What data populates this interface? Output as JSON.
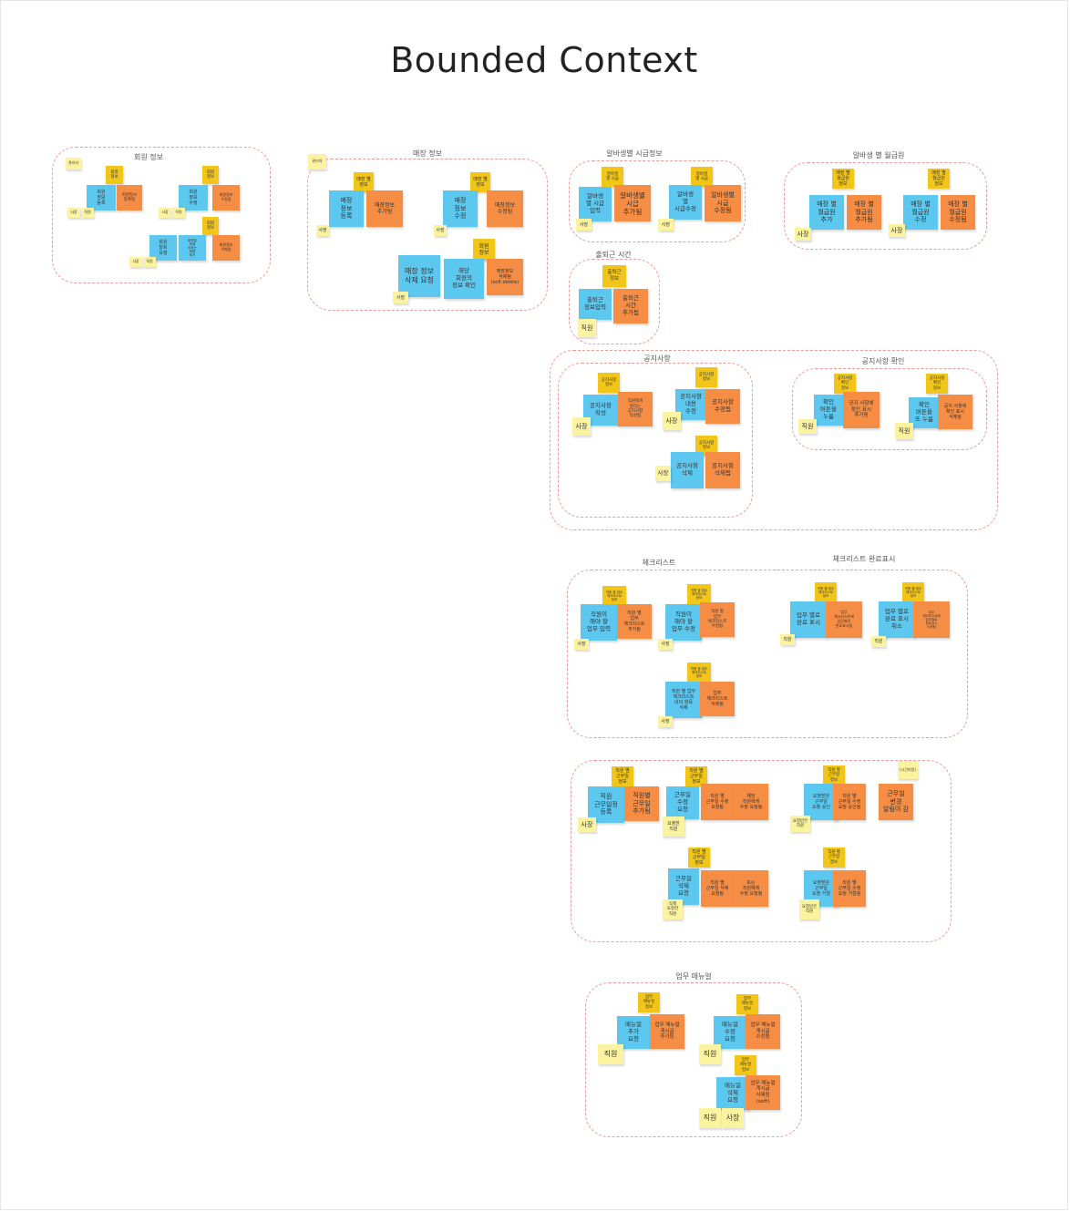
{
  "title": "Bounded Context",
  "colors": {
    "command": "#5cc8ef",
    "event": "#f68d45",
    "aggregate": "#f2c519",
    "actor": "#fbf3a0",
    "boundary": "#ee9a9a"
  },
  "groups": [
    {
      "id": "member-info",
      "label": "회원 정보"
    },
    {
      "id": "store-info",
      "label": "매장 정보"
    },
    {
      "id": "wage",
      "label": "알바생별 시급정보"
    },
    {
      "id": "salary",
      "label": "알바생 별 월급원"
    },
    {
      "id": "attendance",
      "label": "출퇴근 시간"
    },
    {
      "id": "notice",
      "label": "공지사항"
    },
    {
      "id": "notice-check",
      "label": "공지사항 확인"
    },
    {
      "id": "checklist",
      "label": "체크리스트"
    },
    {
      "id": "checklist-done",
      "label": "체크리스트 완료표시"
    },
    {
      "id": "schedule",
      "label": ""
    },
    {
      "id": "manual",
      "label": "업무 매뉴얼"
    }
  ],
  "notes": [
    {
      "g": "member-info",
      "c": "pale",
      "t": "관리자"
    },
    {
      "g": "member-info",
      "c": "yellow",
      "t": "회원\n정보"
    },
    {
      "g": "member-info",
      "c": "blue",
      "t": "회원\n정보\n등록"
    },
    {
      "g": "member-info",
      "c": "orange",
      "t": "회원정보\n등록됨"
    },
    {
      "g": "member-info",
      "c": "pale",
      "t": "사장"
    },
    {
      "g": "member-info",
      "c": "pale",
      "t": "직원"
    },
    {
      "g": "member-info",
      "c": "yellow",
      "t": "회원\n정보"
    },
    {
      "g": "member-info",
      "c": "blue",
      "t": "회원\n정보\n수정"
    },
    {
      "g": "member-info",
      "c": "orange",
      "t": "회원정보\n수정됨"
    },
    {
      "g": "member-info",
      "c": "pale",
      "t": "사장"
    },
    {
      "g": "member-info",
      "c": "pale",
      "t": "직원"
    },
    {
      "g": "member-info",
      "c": "yellow",
      "t": "회원\n정보"
    },
    {
      "g": "member-info",
      "c": "blue",
      "t": "회원\n탈퇴\n요청"
    },
    {
      "g": "member-info",
      "c": "blue",
      "t": "회원탈\n퇴해\n야하는\n회원\n제거"
    },
    {
      "g": "member-info",
      "c": "orange",
      "t": "회원정보\n삭제됨"
    },
    {
      "g": "member-info",
      "c": "pale",
      "t": "사장"
    },
    {
      "g": "member-info",
      "c": "pale",
      "t": "직원"
    },
    {
      "g": "store-info",
      "c": "pale",
      "t": "관리자"
    },
    {
      "g": "store-info",
      "c": "yellow",
      "t": "매장 별\n정보"
    },
    {
      "g": "store-info",
      "c": "blue",
      "t": "매장\n정보\n등록"
    },
    {
      "g": "store-info",
      "c": "orange",
      "t": "매장정보\n추가됨"
    },
    {
      "g": "store-info",
      "c": "pale",
      "t": "사장"
    },
    {
      "g": "store-info",
      "c": "yellow",
      "t": "매장 별\n정보"
    },
    {
      "g": "store-info",
      "c": "blue",
      "t": "매장\n정보\n수정"
    },
    {
      "g": "store-info",
      "c": "orange",
      "t": "매장정보\n수정됨"
    },
    {
      "g": "store-info",
      "c": "pale",
      "t": "사장"
    },
    {
      "g": "store-info",
      "c": "yellow",
      "t": "회원\n정보"
    },
    {
      "g": "store-info",
      "c": "blue",
      "t": "매장 정보\n삭제 요청"
    },
    {
      "g": "store-info",
      "c": "blue",
      "t": "해당\n회원의\n정보 확인"
    },
    {
      "g": "store-info",
      "c": "orange",
      "t": "매장정보\n삭제됨\n(soft delete)"
    },
    {
      "g": "store-info",
      "c": "pale",
      "t": "사장"
    },
    {
      "g": "wage",
      "c": "yellow",
      "t": "알바생\n별 시급"
    },
    {
      "g": "wage",
      "c": "blue",
      "t": "알바생\n별 시급\n입력"
    },
    {
      "g": "wage",
      "c": "orange",
      "t": "알바생별\n시급\n추가됨"
    },
    {
      "g": "wage",
      "c": "pale",
      "t": "사장"
    },
    {
      "g": "wage",
      "c": "yellow",
      "t": "알바생\n별 시급"
    },
    {
      "g": "wage",
      "c": "blue",
      "t": "알바생\n별\n시급수정"
    },
    {
      "g": "wage",
      "c": "orange",
      "t": "알바생별\n시급\n수정됨"
    },
    {
      "g": "wage",
      "c": "pale",
      "t": "사장"
    },
    {
      "g": "salary",
      "c": "yellow",
      "t": "매장 별\n월급원\n정보"
    },
    {
      "g": "salary",
      "c": "blue",
      "t": "매장 별\n월급원\n추가"
    },
    {
      "g": "salary",
      "c": "orange",
      "t": "매장 별\n월급원\n추가됨"
    },
    {
      "g": "salary",
      "c": "pale",
      "t": "사장"
    },
    {
      "g": "salary",
      "c": "yellow",
      "t": "매장 별\n월급원\n정보"
    },
    {
      "g": "salary",
      "c": "blue",
      "t": "매장 별\n월급원\n수정"
    },
    {
      "g": "salary",
      "c": "orange",
      "t": "매장 별\n월급원\n수정됨"
    },
    {
      "g": "salary",
      "c": "pale",
      "t": "사장"
    },
    {
      "g": "attendance",
      "c": "yellow",
      "t": "출퇴근\n정보"
    },
    {
      "g": "attendance",
      "c": "blue",
      "t": "출퇴근\n정보입력"
    },
    {
      "g": "attendance",
      "c": "orange",
      "t": "출퇴근\n시간\n추가됨"
    },
    {
      "g": "attendance",
      "c": "pale",
      "t": "직원"
    },
    {
      "g": "notice",
      "c": "yellow",
      "t": "공지사항\n정보"
    },
    {
      "g": "notice",
      "c": "blue",
      "t": "공지사항\n작성"
    },
    {
      "g": "notice",
      "c": "orange",
      "t": "직원에게\n알리는\n공지사항\n작성됨"
    },
    {
      "g": "notice",
      "c": "pale",
      "t": "사장"
    },
    {
      "g": "notice",
      "c": "yellow",
      "t": "공지사항\n정보"
    },
    {
      "g": "notice",
      "c": "blue",
      "t": "공지사항\n내용\n수정"
    },
    {
      "g": "notice",
      "c": "orange",
      "t": "공지사항\n수정됨"
    },
    {
      "g": "notice",
      "c": "pale",
      "t": "사장"
    },
    {
      "g": "notice",
      "c": "yellow",
      "t": "공지사항\n정보"
    },
    {
      "g": "notice",
      "c": "blue",
      "t": "공지사항\n삭제"
    },
    {
      "g": "notice",
      "c": "orange",
      "t": "공지사항\n삭제됨"
    },
    {
      "g": "notice",
      "c": "pale",
      "t": "사장"
    },
    {
      "g": "notice-check",
      "c": "yellow",
      "t": "공지사항\n확인\n정보"
    },
    {
      "g": "notice-check",
      "c": "blue",
      "t": "확인\n버튼을\n누름"
    },
    {
      "g": "notice-check",
      "c": "orange",
      "t": "공지 사항에\n확인 표시\n추가됨"
    },
    {
      "g": "notice-check",
      "c": "pale",
      "t": "직원"
    },
    {
      "g": "notice-check",
      "c": "yellow",
      "t": "공지사항\n확인\n정보"
    },
    {
      "g": "notice-check",
      "c": "blue",
      "t": "확인\n버튼을\n또 누름"
    },
    {
      "g": "notice-check",
      "c": "orange",
      "t": "공지 사항에\n확인 표시\n삭제됨"
    },
    {
      "g": "notice-check",
      "c": "pale",
      "t": "직원"
    },
    {
      "g": "checklist",
      "c": "yellow",
      "t": "직원 별 업무\n체크리스트\n정보"
    },
    {
      "g": "checklist",
      "c": "blue",
      "t": "직원이\n해야 할\n업무 입력"
    },
    {
      "g": "checklist",
      "c": "orange",
      "t": "직원 별\n업무\n체크리스트\n추가됨"
    },
    {
      "g": "checklist",
      "c": "pale",
      "t": "사장"
    },
    {
      "g": "checklist",
      "c": "yellow",
      "t": "직원 별 업무\n체크리스트\n정보"
    },
    {
      "g": "checklist",
      "c": "blue",
      "t": "직원이\n해야 할\n업무 수정"
    },
    {
      "g": "checklist",
      "c": "orange",
      "t": "직원 별\n업무\n체크리스트\n수정됨"
    },
    {
      "g": "checklist",
      "c": "pale",
      "t": "사장"
    },
    {
      "g": "checklist",
      "c": "yellow",
      "t": "직원 별 업무\n체크리스트\n정보"
    },
    {
      "g": "checklist",
      "c": "blue",
      "t": "직원 별 업무\n체크리스트\n내의 항목\n삭제"
    },
    {
      "g": "checklist",
      "c": "orange",
      "t": "업무\n체크리스트\n삭제됨"
    },
    {
      "g": "checklist",
      "c": "pale",
      "t": "사장"
    },
    {
      "g": "checklist-done",
      "c": "yellow",
      "t": "직원 별 업무\n체크리스트\n정보"
    },
    {
      "g": "checklist-done",
      "c": "blue",
      "t": "업무 별로\n완료 표시"
    },
    {
      "g": "checklist-done",
      "c": "orange",
      "t": "업무\n체크리스트에\n업무별로\n완료표시됨"
    },
    {
      "g": "checklist-done",
      "c": "pale",
      "t": "직원"
    },
    {
      "g": "checklist-done",
      "c": "yellow",
      "t": "직원 별 업무\n체크리스트\n정보"
    },
    {
      "g": "checklist-done",
      "c": "blue",
      "t": "업무 별로\n완료 표시\n취소"
    },
    {
      "g": "checklist-done",
      "c": "orange",
      "t": "업무\n체크리스트에\n업무별로\n완료표시\n삭제됨"
    },
    {
      "g": "checklist-done",
      "c": "pale",
      "t": "직원"
    },
    {
      "g": "schedule",
      "c": "yellow",
      "t": "직원 별\n근무일\n정보"
    },
    {
      "g": "schedule",
      "c": "blue",
      "t": "직원\n근무일정\n등록"
    },
    {
      "g": "schedule",
      "c": "orange",
      "t": "직원별\n근무일\n추가됨"
    },
    {
      "g": "schedule",
      "c": "pale",
      "t": "사장"
    },
    {
      "g": "schedule",
      "c": "yellow",
      "t": "직원 별\n근무일\n정보"
    },
    {
      "g": "schedule",
      "c": "blue",
      "t": "근무일\n수정\n요청"
    },
    {
      "g": "schedule",
      "c": "orange",
      "t": "직원 별\n근무일 수정\n요청됨"
    },
    {
      "g": "schedule",
      "c": "orange",
      "t": "해당\n직원에게\n수정 요청됨"
    },
    {
      "g": "schedule",
      "c": "pale",
      "t": "요청한\n직원"
    },
    {
      "g": "schedule",
      "c": "yellow",
      "t": "직원 별\n근무일\n정보"
    },
    {
      "g": "schedule",
      "c": "blue",
      "t": "요청받은\n근무일\n요청 승인"
    },
    {
      "g": "schedule",
      "c": "orange",
      "t": "직원 별\n근무일 수정\n요청 승인됨"
    },
    {
      "g": "schedule",
      "c": "pale",
      "t": "요청받은\n직원"
    },
    {
      "g": "schedule",
      "c": "pale",
      "t": "(시간미정)"
    },
    {
      "g": "schedule",
      "c": "orange",
      "t": "근무일\n변경\n알림이 감"
    },
    {
      "g": "schedule",
      "c": "yellow",
      "t": "직원 별\n근무일\n정보"
    },
    {
      "g": "schedule",
      "c": "blue",
      "t": "근무일\n삭제\n요청"
    },
    {
      "g": "schedule",
      "c": "orange",
      "t": "직원 별\n근무일 삭제\n요청됨"
    },
    {
      "g": "schedule",
      "c": "orange",
      "t": "또는\n직원에게\n수정 요청됨"
    },
    {
      "g": "schedule",
      "c": "pale",
      "t": "삭제\n요청한\n직원"
    },
    {
      "g": "schedule",
      "c": "yellow",
      "t": "직원 별\n근무일\n정보"
    },
    {
      "g": "schedule",
      "c": "blue",
      "t": "요청받은\n근무일\n요청 거절"
    },
    {
      "g": "schedule",
      "c": "orange",
      "t": "직원 별\n근무일 수정\n요청 거절됨"
    },
    {
      "g": "schedule",
      "c": "pale",
      "t": "요청받은\n직원"
    },
    {
      "g": "manual",
      "c": "yellow",
      "t": "업무\n매뉴얼\n정보"
    },
    {
      "g": "manual",
      "c": "blue",
      "t": "매뉴얼\n추가\n요청"
    },
    {
      "g": "manual",
      "c": "orange",
      "t": "업무 매뉴얼\n게시글\n추가됨"
    },
    {
      "g": "manual",
      "c": "pale",
      "t": "직원"
    },
    {
      "g": "manual",
      "c": "yellow",
      "t": "업무\n매뉴얼\n정보"
    },
    {
      "g": "manual",
      "c": "blue",
      "t": "매뉴얼\n수정\n요청"
    },
    {
      "g": "manual",
      "c": "orange",
      "t": "업무 매뉴얼\n게시글\n수정됨"
    },
    {
      "g": "manual",
      "c": "pale",
      "t": "직원"
    },
    {
      "g": "manual",
      "c": "yellow",
      "t": "업무\n매뉴얼\n정보"
    },
    {
      "g": "manual",
      "c": "blue",
      "t": "매뉴얼\n삭제\n요청"
    },
    {
      "g": "manual",
      "c": "orange",
      "t": "업무 매뉴얼\n게시글\n삭제됨\n(soft)"
    },
    {
      "g": "manual",
      "c": "pale",
      "t": "직원"
    },
    {
      "g": "manual",
      "c": "pale",
      "t": "사장"
    }
  ]
}
